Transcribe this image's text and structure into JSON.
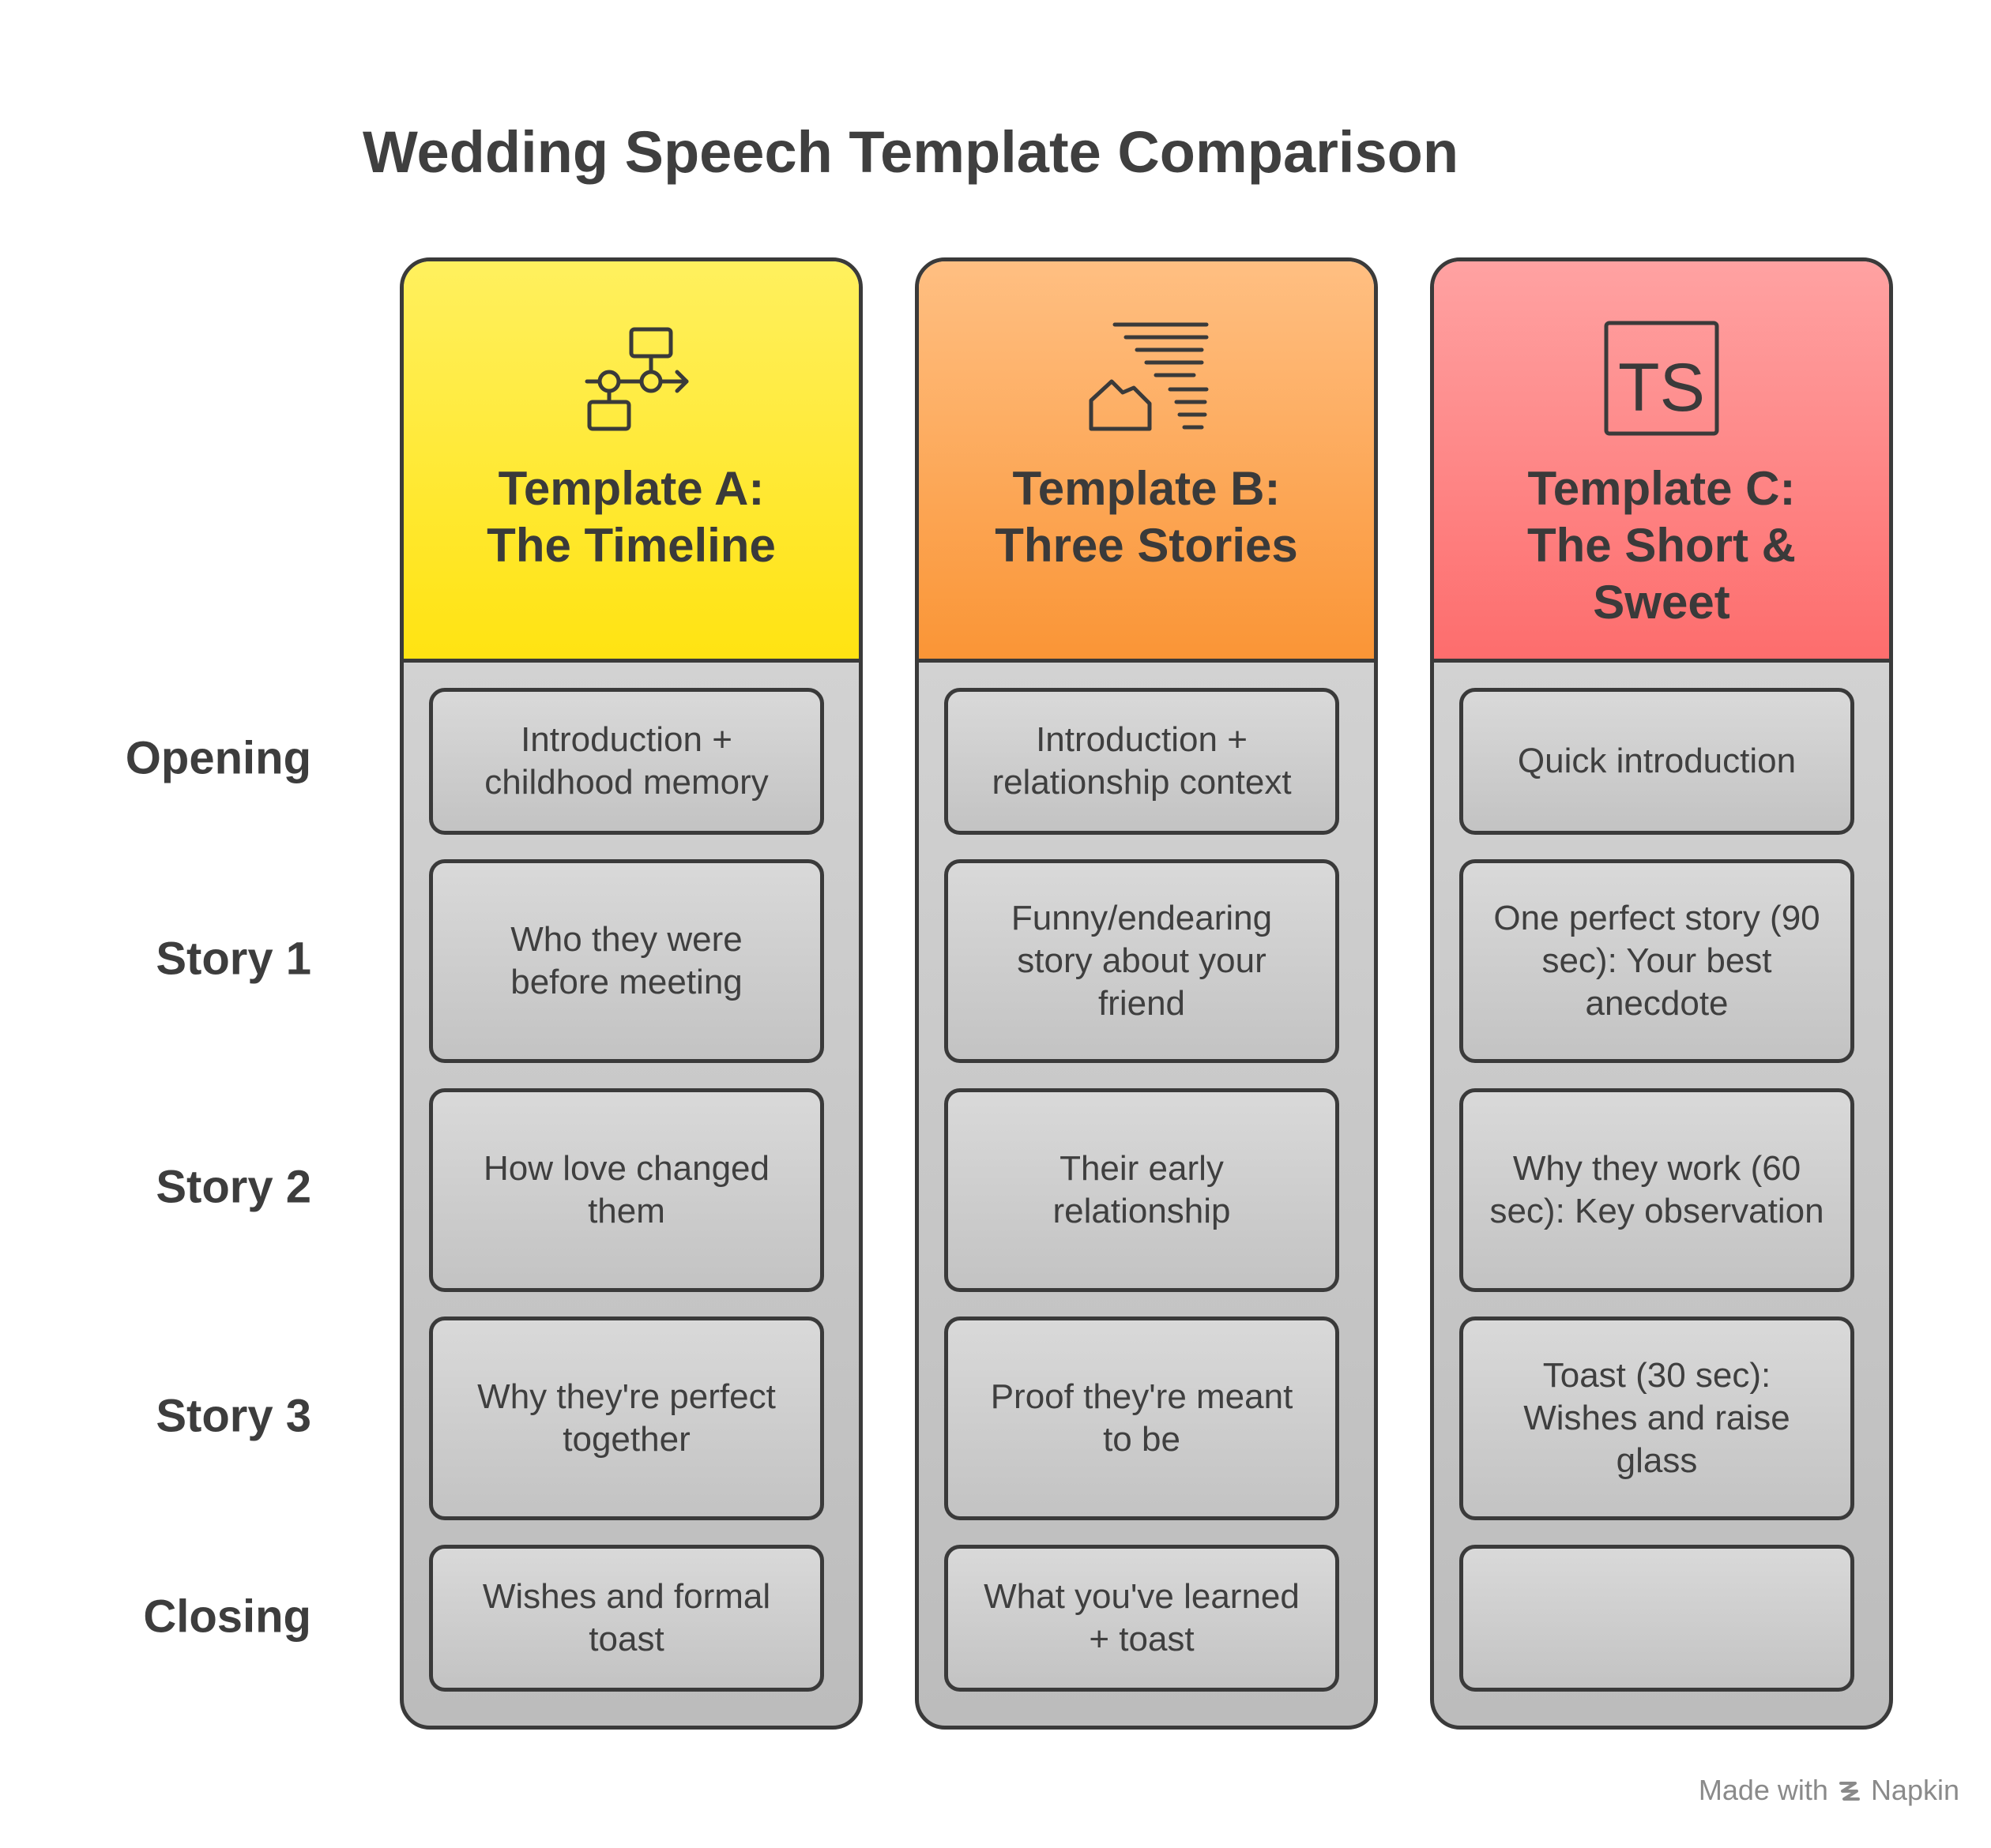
{
  "title": "Wedding Speech Template Comparison",
  "rows": [
    "Opening",
    "Story 1",
    "Story 2",
    "Story 3",
    "Closing"
  ],
  "columns": [
    {
      "title_line1": "Template A:",
      "title_line2": "The Timeline",
      "title_line3": "",
      "icon": "flowchart-icon",
      "color": "#ffe82a",
      "cells": [
        "Introduction + childhood memory",
        "Who they were before meeting",
        "How love changed them",
        "Why they're perfect together",
        "Wishes and formal toast"
      ]
    },
    {
      "title_line1": "Template B:",
      "title_line2": "Three Stories",
      "title_line3": "",
      "icon": "house-wind-icon",
      "color": "#fca55a",
      "cells": [
        "Introduction + relationship context",
        "Funny/endearing story about your friend",
        "Their early relationship",
        "Proof they're meant to be",
        "What you've learned + toast"
      ]
    },
    {
      "title_line1": "Template C:",
      "title_line2": "The Short &",
      "title_line3": "Sweet",
      "icon": "ts-box-icon",
      "icon_text": "TS",
      "color": "#fe8585",
      "cells": [
        "Quick introduction",
        "One perfect story (90 sec): Your best anecdote",
        "Why they work (60 sec): Key observation",
        "Toast (30 sec): Wishes and raise glass",
        ""
      ]
    }
  ],
  "footer": {
    "made_with": "Made with",
    "brand": "Napkin"
  }
}
